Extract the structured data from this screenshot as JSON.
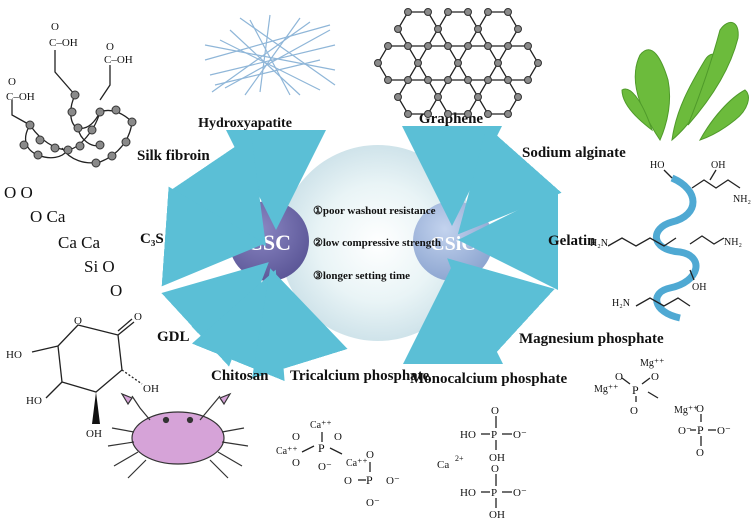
{
  "center": {
    "left_circle": "CSC",
    "right_circle": "CSiC",
    "problems": [
      "①poor washout resistance",
      "②low compressive strength",
      "③longer setting time"
    ]
  },
  "materials": {
    "hydroxyapatite": "Hydroxyapatite",
    "graphene": "Graphene",
    "silk_fibroin": "Silk fibroin",
    "sodium_alginate": "Sodium alginate",
    "c3s": "C₃S",
    "gelatin": "Gelatin",
    "gdl": "GDL",
    "magnesium_phosphate": "Magnesium phosphate",
    "chitosan": "Chitosan",
    "tricalcium_phosphate": "Tricalcium phosphate",
    "monocalcium_phosphate": "Monocalcium phosphate"
  },
  "chem_labels": {
    "silk_cooh": [
      "C–OH",
      "C–OH",
      "C–OH"
    ],
    "silk_o": [
      "O",
      "O",
      "O"
    ],
    "c3s_formula": [
      "O O",
      "O Ca",
      "Ca Ca",
      "Si O",
      "O"
    ],
    "gdl": [
      "HO",
      "O",
      "O",
      "OH",
      "HO",
      "OH"
    ],
    "gelatin": [
      "HO",
      "OH",
      "NH₂",
      "H₂N",
      "NH₂",
      "OH",
      "H₂N"
    ],
    "tcp": [
      "Ca⁺⁺",
      "O",
      "Ca⁺⁺",
      "O",
      "P",
      "O",
      "O⁻",
      "Ca⁺⁺",
      "O",
      "O",
      "P",
      "O⁻",
      "O⁻"
    ],
    "mcp": [
      "HO",
      "P",
      "O⁻",
      "O",
      "OH",
      "Ca",
      "2+",
      "HO",
      "P",
      "O⁻",
      "O",
      "OH"
    ],
    "mgp": [
      "Mg⁺⁺",
      "Mg⁺⁺",
      "O",
      "P",
      "O",
      "O",
      "Mg⁺⁺",
      "O",
      "P",
      "O⁻",
      "O⁻",
      "O"
    ]
  },
  "colors": {
    "arrow": "#5bbfd6",
    "csc_circle": "#6b66a8",
    "csic_circle": "#9fb6dc",
    "center_glow": "#cfe7ee",
    "seaweed": "#6cbb3c",
    "crab": "#d6a3d8",
    "helix": "#4fa9d3"
  }
}
